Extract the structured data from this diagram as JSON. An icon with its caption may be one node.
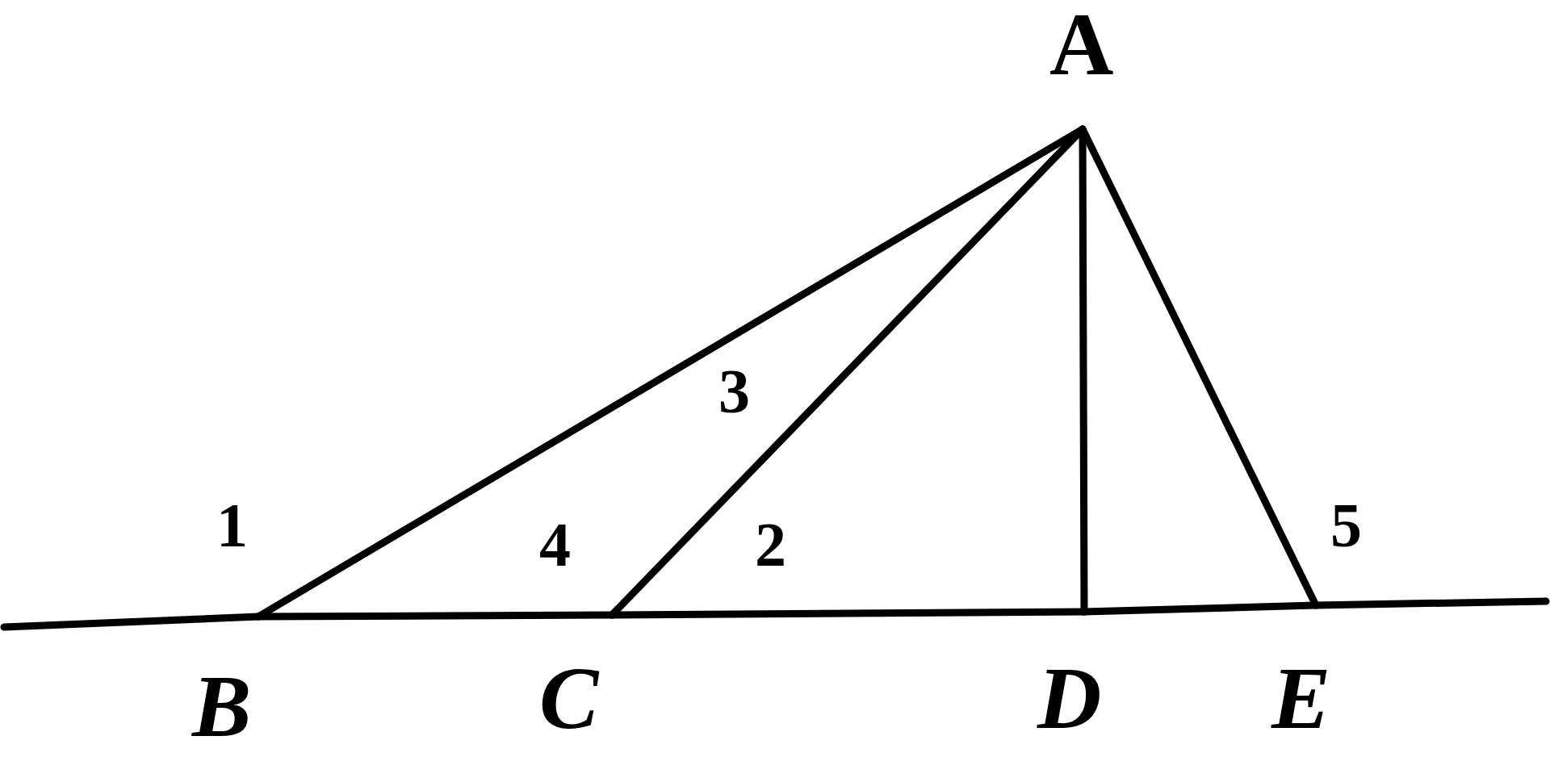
{
  "diagram": {
    "nodes": [
      {
        "text": [
          "A"
        ]
      },
      {
        "text": [
          "B"
        ]
      },
      {
        "text": [
          "C"
        ]
      },
      {
        "text": [
          "D"
        ]
      },
      {
        "text": [
          "E"
        ]
      }
    ],
    "edges": [
      {
        "from": 0,
        "to": 1,
        "arrow": "none"
      },
      {
        "from": 0,
        "to": 2,
        "arrow": "none"
      },
      {
        "from": 0,
        "to": 3,
        "arrow": "none"
      },
      {
        "from": 0,
        "to": 4,
        "arrow": "none"
      },
      {
        "from": null,
        "to": 1,
        "arrow": "none"
      },
      {
        "from": 1,
        "to": 2,
        "arrow": "none"
      },
      {
        "from": 2,
        "to": 3,
        "arrow": "none"
      },
      {
        "from": 3,
        "to": 4,
        "arrow": "none"
      },
      {
        "from": 4,
        "to": null,
        "arrow": "none"
      }
    ],
    "labels": [
      "1",
      "4",
      "3",
      "2",
      "5"
    ]
  }
}
